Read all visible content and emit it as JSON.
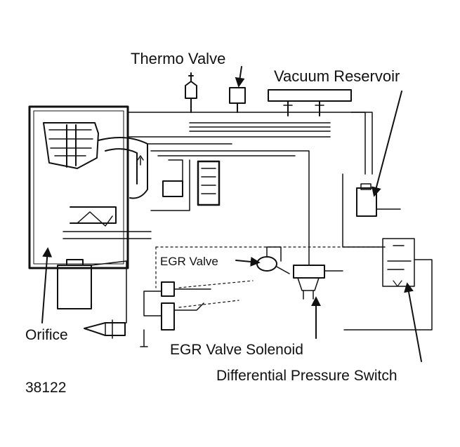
{
  "labels": {
    "thermo_valve": "Thermo Valve",
    "vacuum_reservoir": "Vacuum Reservoir",
    "egr_valve": "EGR Valve",
    "orifice": "Orifice",
    "egr_valve_solenoid": "EGR Valve Solenoid",
    "differential_pressure_switch": "Differential Pressure Switch",
    "figure_number": "38122"
  },
  "colors": {
    "ink": "#111111",
    "background": "#ffffff"
  }
}
